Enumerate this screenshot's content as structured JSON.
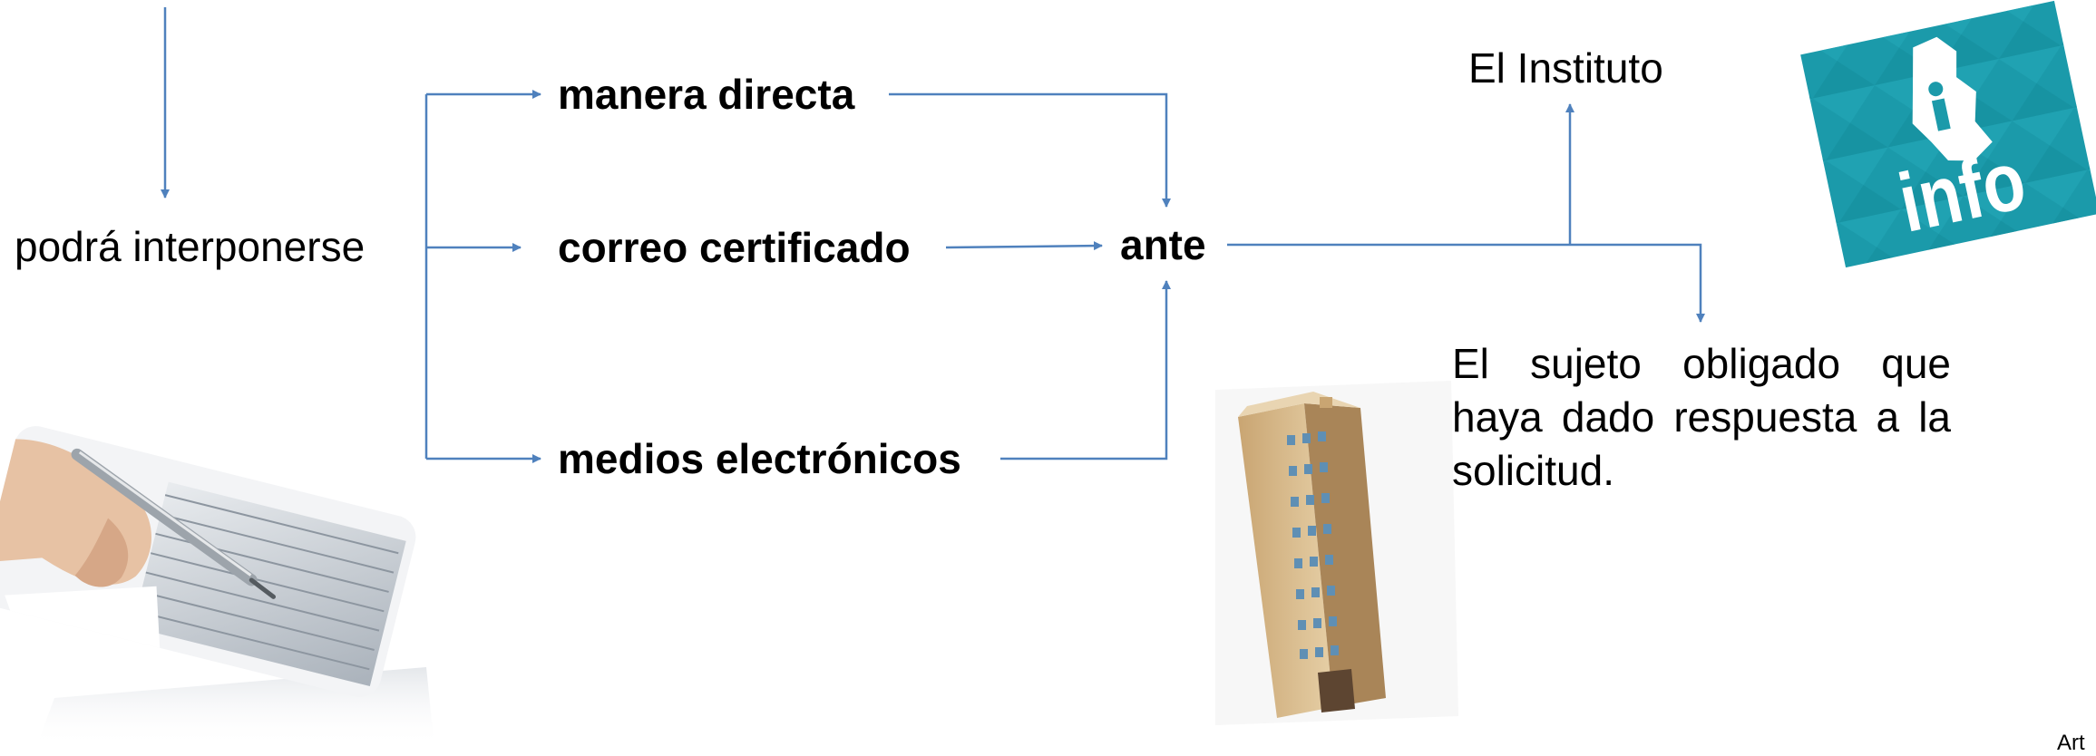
{
  "diagram": {
    "left_label": "podrá interponerse",
    "methods": [
      {
        "id": "directa",
        "label": "manera directa"
      },
      {
        "id": "correo",
        "label": "correo certificado"
      },
      {
        "id": "electronicos",
        "label": "medios electrónicos"
      }
    ],
    "center_label": "ante",
    "instituto_label": "El Instituto",
    "sujeto_label": "El sujeto obligado que haya dado respuesta  a la solicitud.",
    "logo_text": "info",
    "footer_fragment": "Art"
  },
  "colors": {
    "connector": "#4f81bd",
    "logo_background": "#1b9aaa",
    "building": "#d8b98a",
    "text": "#000000"
  },
  "icons": [
    "info-logo",
    "building-icon",
    "hand-writing-photo"
  ]
}
